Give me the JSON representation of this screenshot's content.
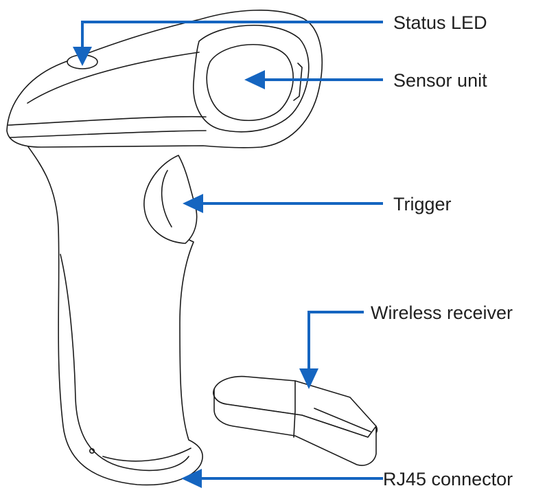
{
  "colors": {
    "callout": "#1565c0",
    "line_art": "#1a1a1a",
    "background": "#ffffff",
    "label_text": "#1f1f1f"
  },
  "callouts": [
    {
      "id": "status-led",
      "label": "Status LED"
    },
    {
      "id": "sensor-unit",
      "label": "Sensor unit"
    },
    {
      "id": "trigger",
      "label": "Trigger"
    },
    {
      "id": "wireless-receiver",
      "label": "Wireless receiver"
    },
    {
      "id": "rj45-connector",
      "label": "RJ45 connector"
    }
  ]
}
